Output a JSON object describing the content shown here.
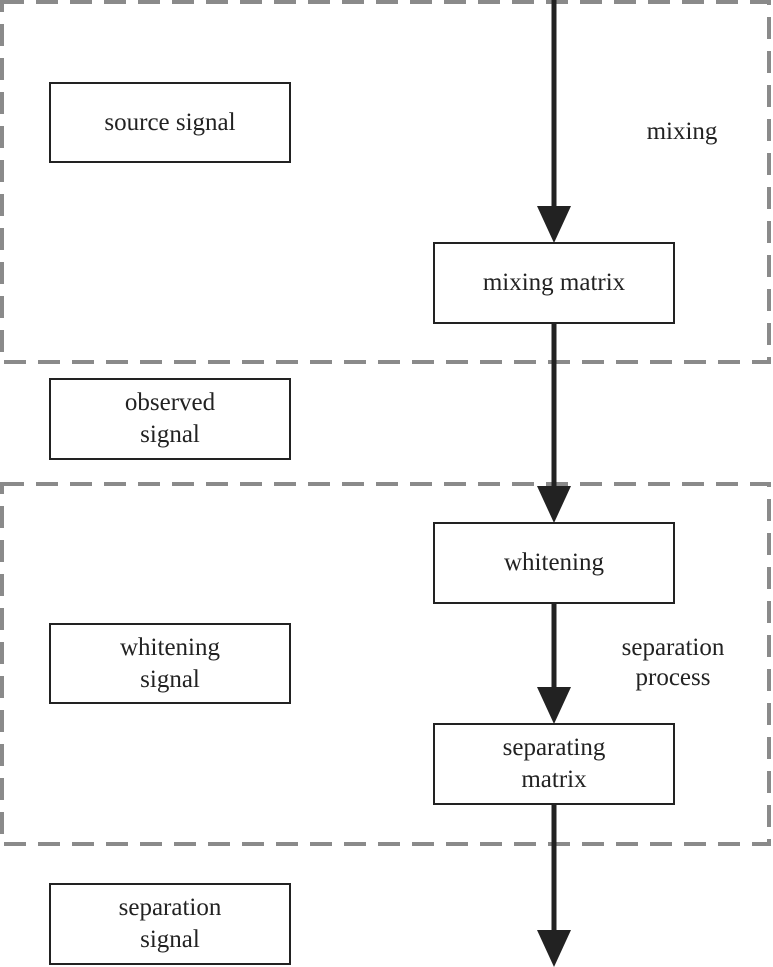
{
  "diagram": {
    "groups": {
      "mixing_label": "mixing",
      "separation_label_line1": "separation",
      "separation_label_line2": "process"
    },
    "left_column": {
      "source_signal": "source signal",
      "observed_signal_line1": "observed",
      "observed_signal_line2": "signal",
      "whitening_signal_line1": "whitening",
      "whitening_signal_line2": "signal",
      "separation_signal_line1": "separation",
      "separation_signal_line2": "signal"
    },
    "right_column": {
      "mixing_matrix": "mixing matrix",
      "whitening": "whitening",
      "separating_matrix_line1": "separating",
      "separating_matrix_line2": "matrix"
    },
    "colors": {
      "stroke": "#222222",
      "group_border": "#8a8a8a"
    }
  }
}
